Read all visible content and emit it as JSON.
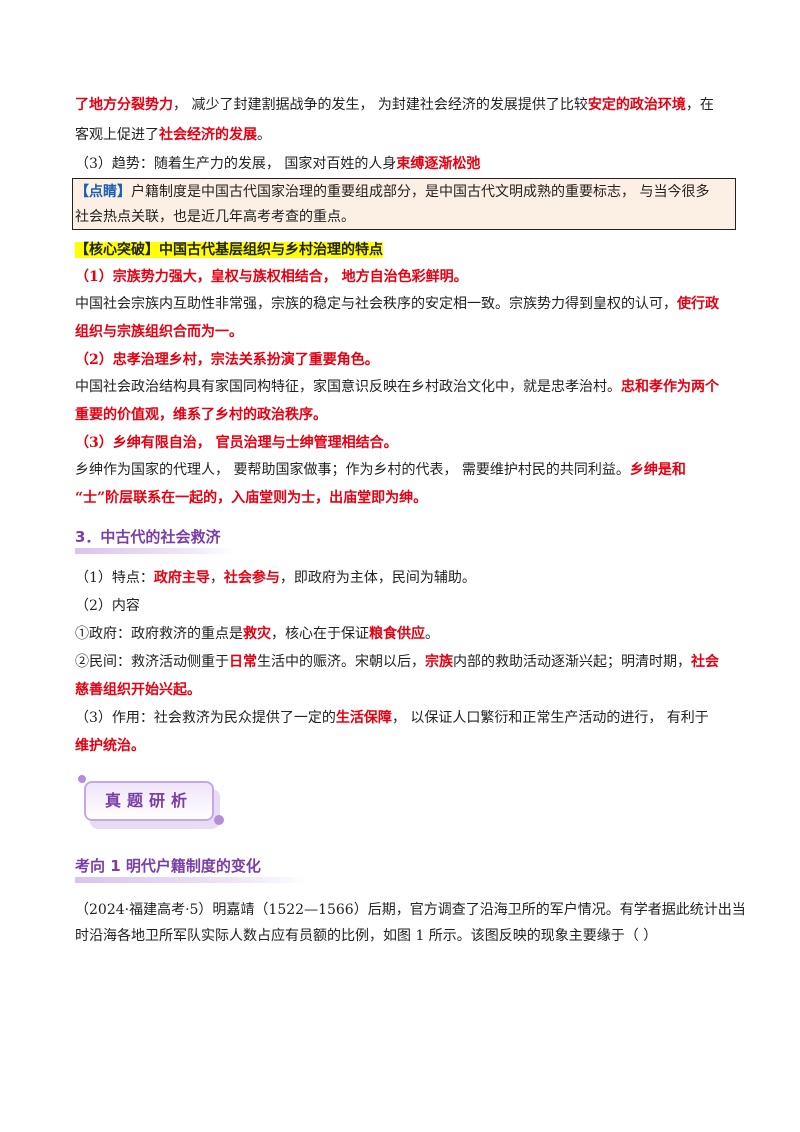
{
  "section_top": {
    "line1": {
      "a": "了地方分裂势力",
      "b": "，  减少了封建割据战争的发生，  为封建社会经济的发展提供了比较",
      "c": "安定的政治环境",
      "d": "，在"
    },
    "line2": {
      "a": "客观上促进了",
      "b": "社会经济的发展",
      "c": "。"
    },
    "line3": {
      "a": "（3）趋势：随着生产力的发展，  国家对百姓的人身",
      "b": "束缚逐渐松弛"
    }
  },
  "dianjing": {
    "tag": "【点睛】",
    "line1": "户籍制度是中国古代国家治理的重要组成部分，是中国古代文明成熟的重要标志，  与当今很多",
    "line2": "社会热点关联，也是近几年高考考查的重点。"
  },
  "hexin": {
    "title": "【核心突破】中国古代基层组织与乡村治理的特点",
    "p1_head": "（1）宗族势力强大，皇权与族权相结合，  地方自治色彩鲜明。",
    "p1_l1a": "中国社会宗族内互助性非常强，宗族的稳定与社会秩序的安定相一致。宗族势力得到皇权的认可，",
    "p1_l1b": "使行政",
    "p1_l2": "组织与宗族组织合而为一。",
    "p2_head": "（2）忠孝治理乡村，宗法关系扮演了重要角色。",
    "p2_l1a": "中国社会政治结构具有家国同构特征，家国意识反映在乡村政治文化中，就是忠孝治村。",
    "p2_l1b": "忠和孝作为两个",
    "p2_l2": "重要的价值观，维系了乡村的政治秩序。",
    "p3_head": "（3）乡绅有限自治，  官员治理与士绅管理相结合。",
    "p3_l1a": "乡绅作为国家的代理人，  要帮助国家做事；作为乡村的代表，  需要维护村民的共同利益。",
    "p3_l1b": "乡绅是和",
    "p3_l2": "“士”阶层联系在一起的，入庙堂则为士，出庙堂即为绅。"
  },
  "section3": {
    "title": "3．中古代的社会救济",
    "l1a": "（1）特点：",
    "l1b": "政府主导",
    "l1c": "，",
    "l1d": "社会参与",
    "l1e": "，即政府为主体，民间为辅助。",
    "l2": "（2）内容",
    "l3a": "①政府：政府救济的重点是",
    "l3b": "救灾",
    "l3c": "，核心在于保证",
    "l3d": "粮食供应",
    "l3e": "。",
    "l4a": "②民间：救济活动侧重于",
    "l4b": "日常",
    "l4c": "生活中的赈济。宋朝以后，",
    "l4d": "宗族",
    "l4e": "内部的救助活动逐渐兴起；明清时期，",
    "l4f": "社会",
    "l5": "慈善组织开始兴起。",
    "l6a": "（3）作用：社会救济为民众提供了一定的",
    "l6b": "生活保障",
    "l6c": "，  以保证人口繁衍和正常生产活动的进行，  有利于",
    "l7": "维护统治。"
  },
  "badge": {
    "label": "真题研析"
  },
  "kaoxiang": {
    "title": "考向 1    明代户籍制度的变化",
    "q_l1": "（2024·福建高考·5）明嘉靖（1522—1566）后期，官方调查了沿海卫所的军户情况。有学者据此统计出当",
    "q_l2": "时沿海各地卫所军队实际人数占应有员额的比例，如图 1 所示。该图反映的现象主要缘于（        ）"
  },
  "colors": {
    "accent_red": "#e60012",
    "accent_purple": "#7a3ea8",
    "highlight": "#ffff00",
    "box_bg": "#fcefe4"
  }
}
